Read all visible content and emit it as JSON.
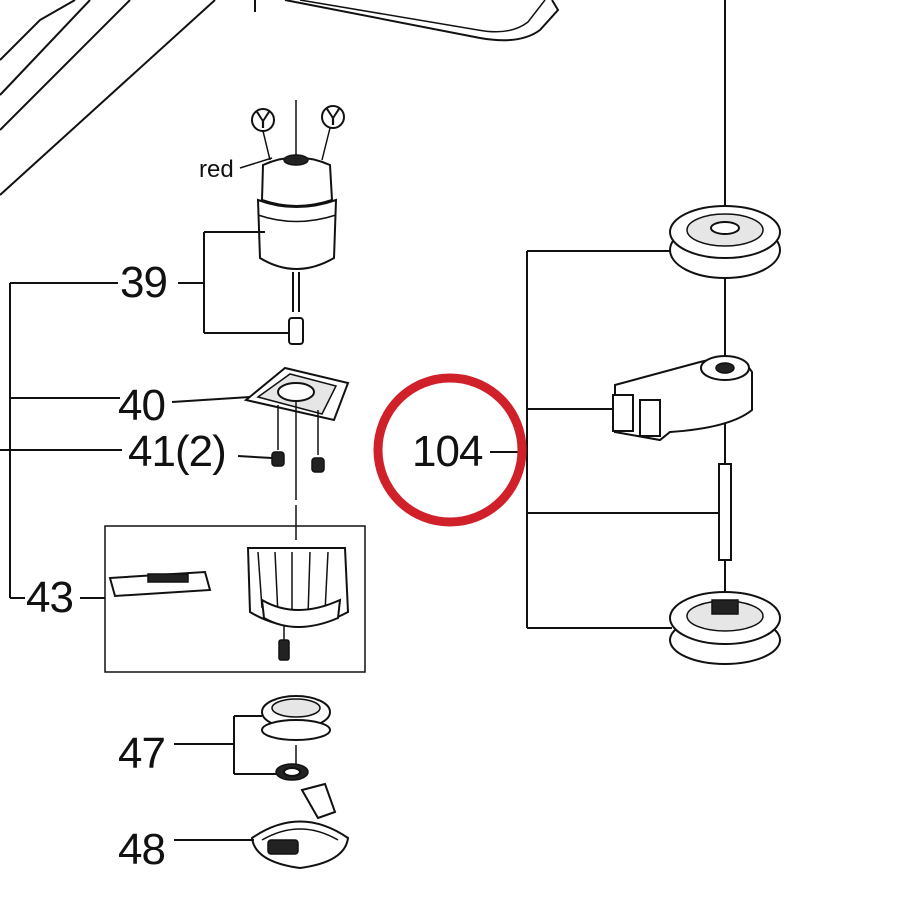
{
  "labels": {
    "wire_color": "red",
    "wire_terminal_a": "Y",
    "wire_terminal_b": "Y",
    "part_39": "39",
    "part_40": "40",
    "part_41": "41(2)",
    "part_43": "43",
    "part_47": "47",
    "part_48": "48",
    "part_104": "104"
  },
  "colors": {
    "highlight_ring": "#d0202a",
    "line": "#111111"
  }
}
